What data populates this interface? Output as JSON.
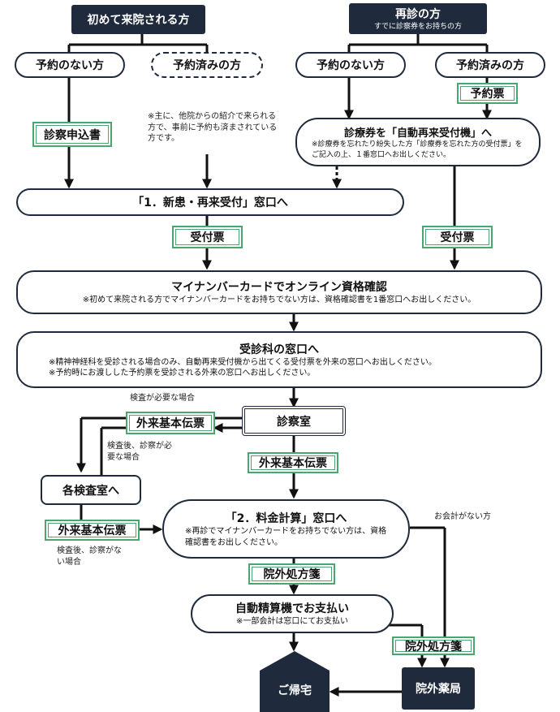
{
  "first_visit": {
    "title": "初めて来院される方",
    "no_reservation": "予約のない方",
    "reserved": "予約済みの方",
    "application_form": "診察申込書",
    "note": "※主に、他院からの紹介で来られる方で、事前に予約も済まされている方です。"
  },
  "revisit": {
    "title": "再診の方",
    "subtitle": "すでに診察券をお持ちの方",
    "no_reservation": "予約のない方",
    "reserved": "予約済みの方",
    "reservation_ticket": "予約票",
    "machine_title": "診療券を「自動再来受付機」へ",
    "machine_note": "※診療券を忘れたり紛失した方「診療券を忘れた方の受付票」をご記入の上、１番窓口へお出しください。"
  },
  "window1": "「1．新患・再来受付」窓口へ",
  "receipt_left": "受付票",
  "receipt_right": "受付票",
  "mynumber": {
    "title": "マイナンバーカードでオンライン資格確認",
    "note": "※初めて来院される方でマイナンバーカードをお持ちでない方は、資格確認書を1番窓口へお出しください。"
  },
  "department": {
    "title": "受診科の窓口へ",
    "note1": "※精神神経科を受診される場合のみ、自動再来受付機から出てくる受付票を外来の窓口へお出しください。",
    "note2": "※予約時にお渡しした予約票を受診される外来の窓口へお出しください。"
  },
  "exam_needed": "検査が必要な場合",
  "slip_top": "外来基本伝票",
  "consultation_room": "診察室",
  "after_exam_consult": "検査後、診察が必要な場合",
  "slip_mid": "外来基本伝票",
  "lab": "各検査室へ",
  "slip_left": "外来基本伝票",
  "after_exam_no_consult": "検査後、診察がない場合",
  "window2": {
    "title": "「2．料金計算」窓口へ",
    "note": "※再診でマイナンバーカードをお持ちでない方は、資格確認書をお出しください。"
  },
  "no_payment": "お会計がない方",
  "prescription_mid": "院外処方箋",
  "payment": {
    "title": "自動精算機でお支払い",
    "note": "※一部会計は窓口にてお支払い"
  },
  "prescription_right": "院外処方箋",
  "go_home": "ご帰宅",
  "pharmacy": "院外薬局",
  "colors": {
    "navy": "#1f2b3c",
    "ticket_border": "#4aa66f",
    "background": "#ffffff"
  }
}
